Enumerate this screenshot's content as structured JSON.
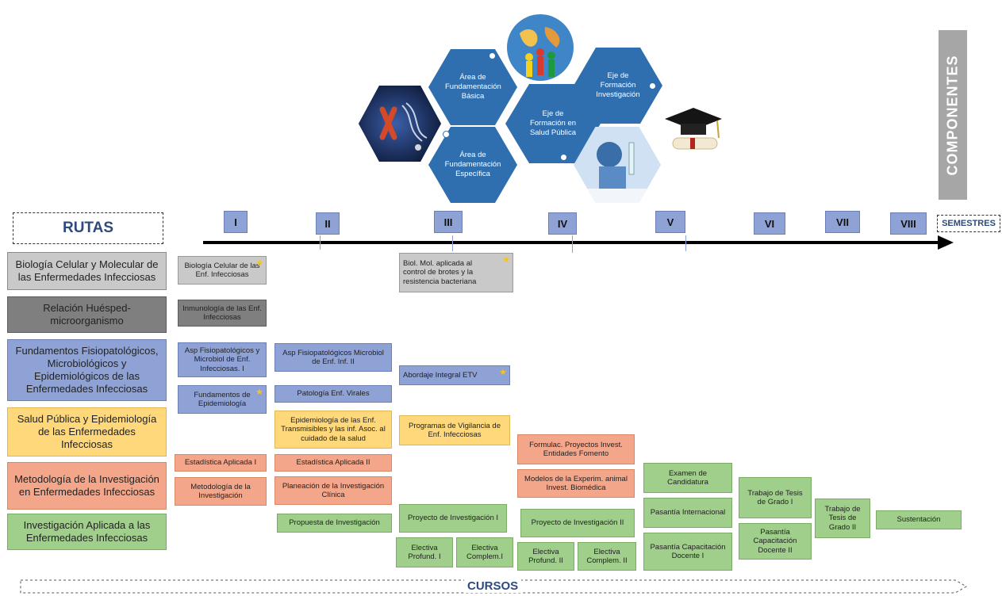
{
  "hexagons": {
    "fund_basica": "Área de Fundamentación Básica",
    "fund_especifica": "Área de Fundamentación Específica",
    "salud_publica": "Eje de Formación en Salud Pública",
    "investigacion": "Eje de Formación Investigación"
  },
  "componentes": "COMPONENTES",
  "rutas_title": "RUTAS",
  "semestres_label": "SEMESTRES",
  "cursos_label": "CURSOS",
  "semesters": [
    "I",
    "II",
    "III",
    "IV",
    "V",
    "VI",
    "VII",
    "VIII"
  ],
  "routes": [
    "Biología Celular y Molecular de las Enfermedades Infecciosas",
    "Relación Huésped-microorganismo",
    "Fundamentos Fisiopatológicos, Microbiológicos y Epidemiológicos de las Enfermedades Infecciosas",
    "Salud Pública y Epidemiología de las Enfermedades Infecciosas",
    "Metodología de la Investigación en Enfermedades Infecciosas",
    "Investigación Aplicada a las Enfermedades Infecciosas"
  ],
  "courses": {
    "bio_cel": "Biología Celular de las Enf. Infecciosas",
    "inmuno": "Inmunología de las Enf. Infecciosas",
    "asp_fisio_1": "Asp Fisiopatológicos y Microbiol de Enf. Infecciosas. I",
    "fund_epi": "Fundamentos de Epidemiología",
    "estad_1": "Estadística Aplicada I",
    "metod_inv": "Metodología de la Investigación",
    "asp_fisio_2": "Asp Fisiopatológicos Microbiol de Enf. Inf. II",
    "patol_vir": "Patología Enf. Virales",
    "epi_transm": "Epidemiología de las Enf. Transmisibles y las inf. Asoc. al cuidado de la salud",
    "estad_2": "Estadística Aplicada II",
    "plan_inv": "Planeación de la Investigación Clínica",
    "propuesta": "Propuesta de Investigación",
    "biol_mol": "Biol. Mol. aplicada al control de brotes y la resistencia bacteriana",
    "abordaje": "Abordaje Integral ETV",
    "programas": "Programas de Vigilancia de Enf. Infecciosas",
    "proy_inv_1": "Proyecto de Investigación I",
    "elec_prof_1": "Electiva Profund. I",
    "elec_compl_1": "Electiva Complem.I",
    "formulac": "Formulac. Proyectos Invest. Entidades Fomento",
    "modelos": "Modelos de la Experim. animal Invest. Biomédica",
    "proy_inv_2": "Proyecto de Investigación II",
    "elec_prof_2": "Electiva Profund. II",
    "elec_compl_2": "Electiva Complem. II",
    "examen": "Examen de Candidatura",
    "pas_int": "Pasantía Internacional",
    "pas_doc_1": "Pasantía Capacitación Docente I",
    "tesis_1": "Trabajo de Tesis de Grado I",
    "pas_doc_2": "Pasantía Capacitación Docente II",
    "tesis_2": "Trabajo de Tesis de Grado II",
    "sustentacion": "Sustentación"
  },
  "icons": {
    "star": "★",
    "dna": "dna-chromosome-image-icon",
    "globe": "globe-people-image-icon",
    "graduation": "graduation-cap-image-icon",
    "lab": "laboratory-researcher-image-icon"
  },
  "colors": {
    "hex_blue": "#2f6fb0",
    "route_gray": "#c9c9c9",
    "route_dark_gray": "#7f7f7f",
    "route_blue": "#8fa2d6",
    "route_yellow": "#fed87a",
    "route_orange": "#f4a68a",
    "route_green": "#9fcf8a",
    "rutas_text": "#2e4a7d",
    "timeline": "#000000"
  }
}
